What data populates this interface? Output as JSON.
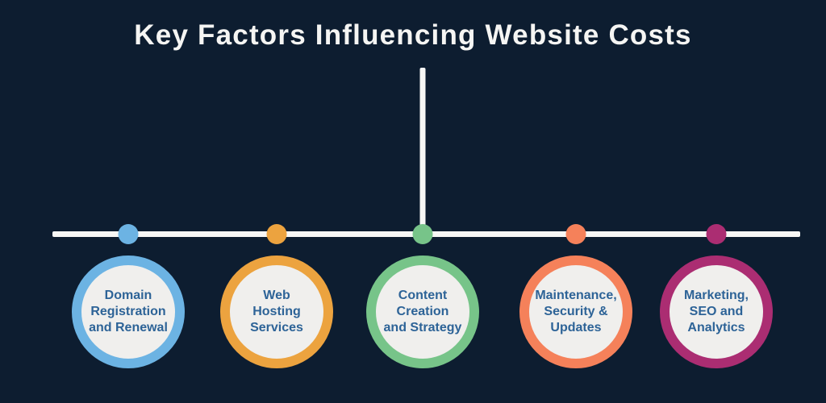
{
  "title": "Key Factors Influencing Website Costs",
  "theme": {
    "background": "#0d1d30",
    "line_color": "#f7f7f5",
    "circle_fill": "#f0efed",
    "label_text_color": "#2d6397",
    "title_text_color": "#f5f5f3"
  },
  "factors": [
    {
      "name": "domain-registration-and-renewal",
      "color": "#6cb3e3",
      "lines": [
        "Domain",
        "Registration",
        "and Renewal"
      ]
    },
    {
      "name": "web-hosting-services",
      "color": "#eca33f",
      "lines": [
        "Web",
        "Hosting",
        "Services"
      ]
    },
    {
      "name": "content-creation-and-strategy",
      "color": "#77c489",
      "lines": [
        "Content",
        "Creation",
        "and Strategy"
      ]
    },
    {
      "name": "maintenance-security-updates",
      "color": "#f5815a",
      "lines": [
        "Maintenance,",
        "Security &",
        "Updates"
      ]
    },
    {
      "name": "marketing-seo-analytics",
      "color": "#ab2d72",
      "lines": [
        "Marketing,",
        "SEO and",
        "Analytics"
      ]
    }
  ]
}
